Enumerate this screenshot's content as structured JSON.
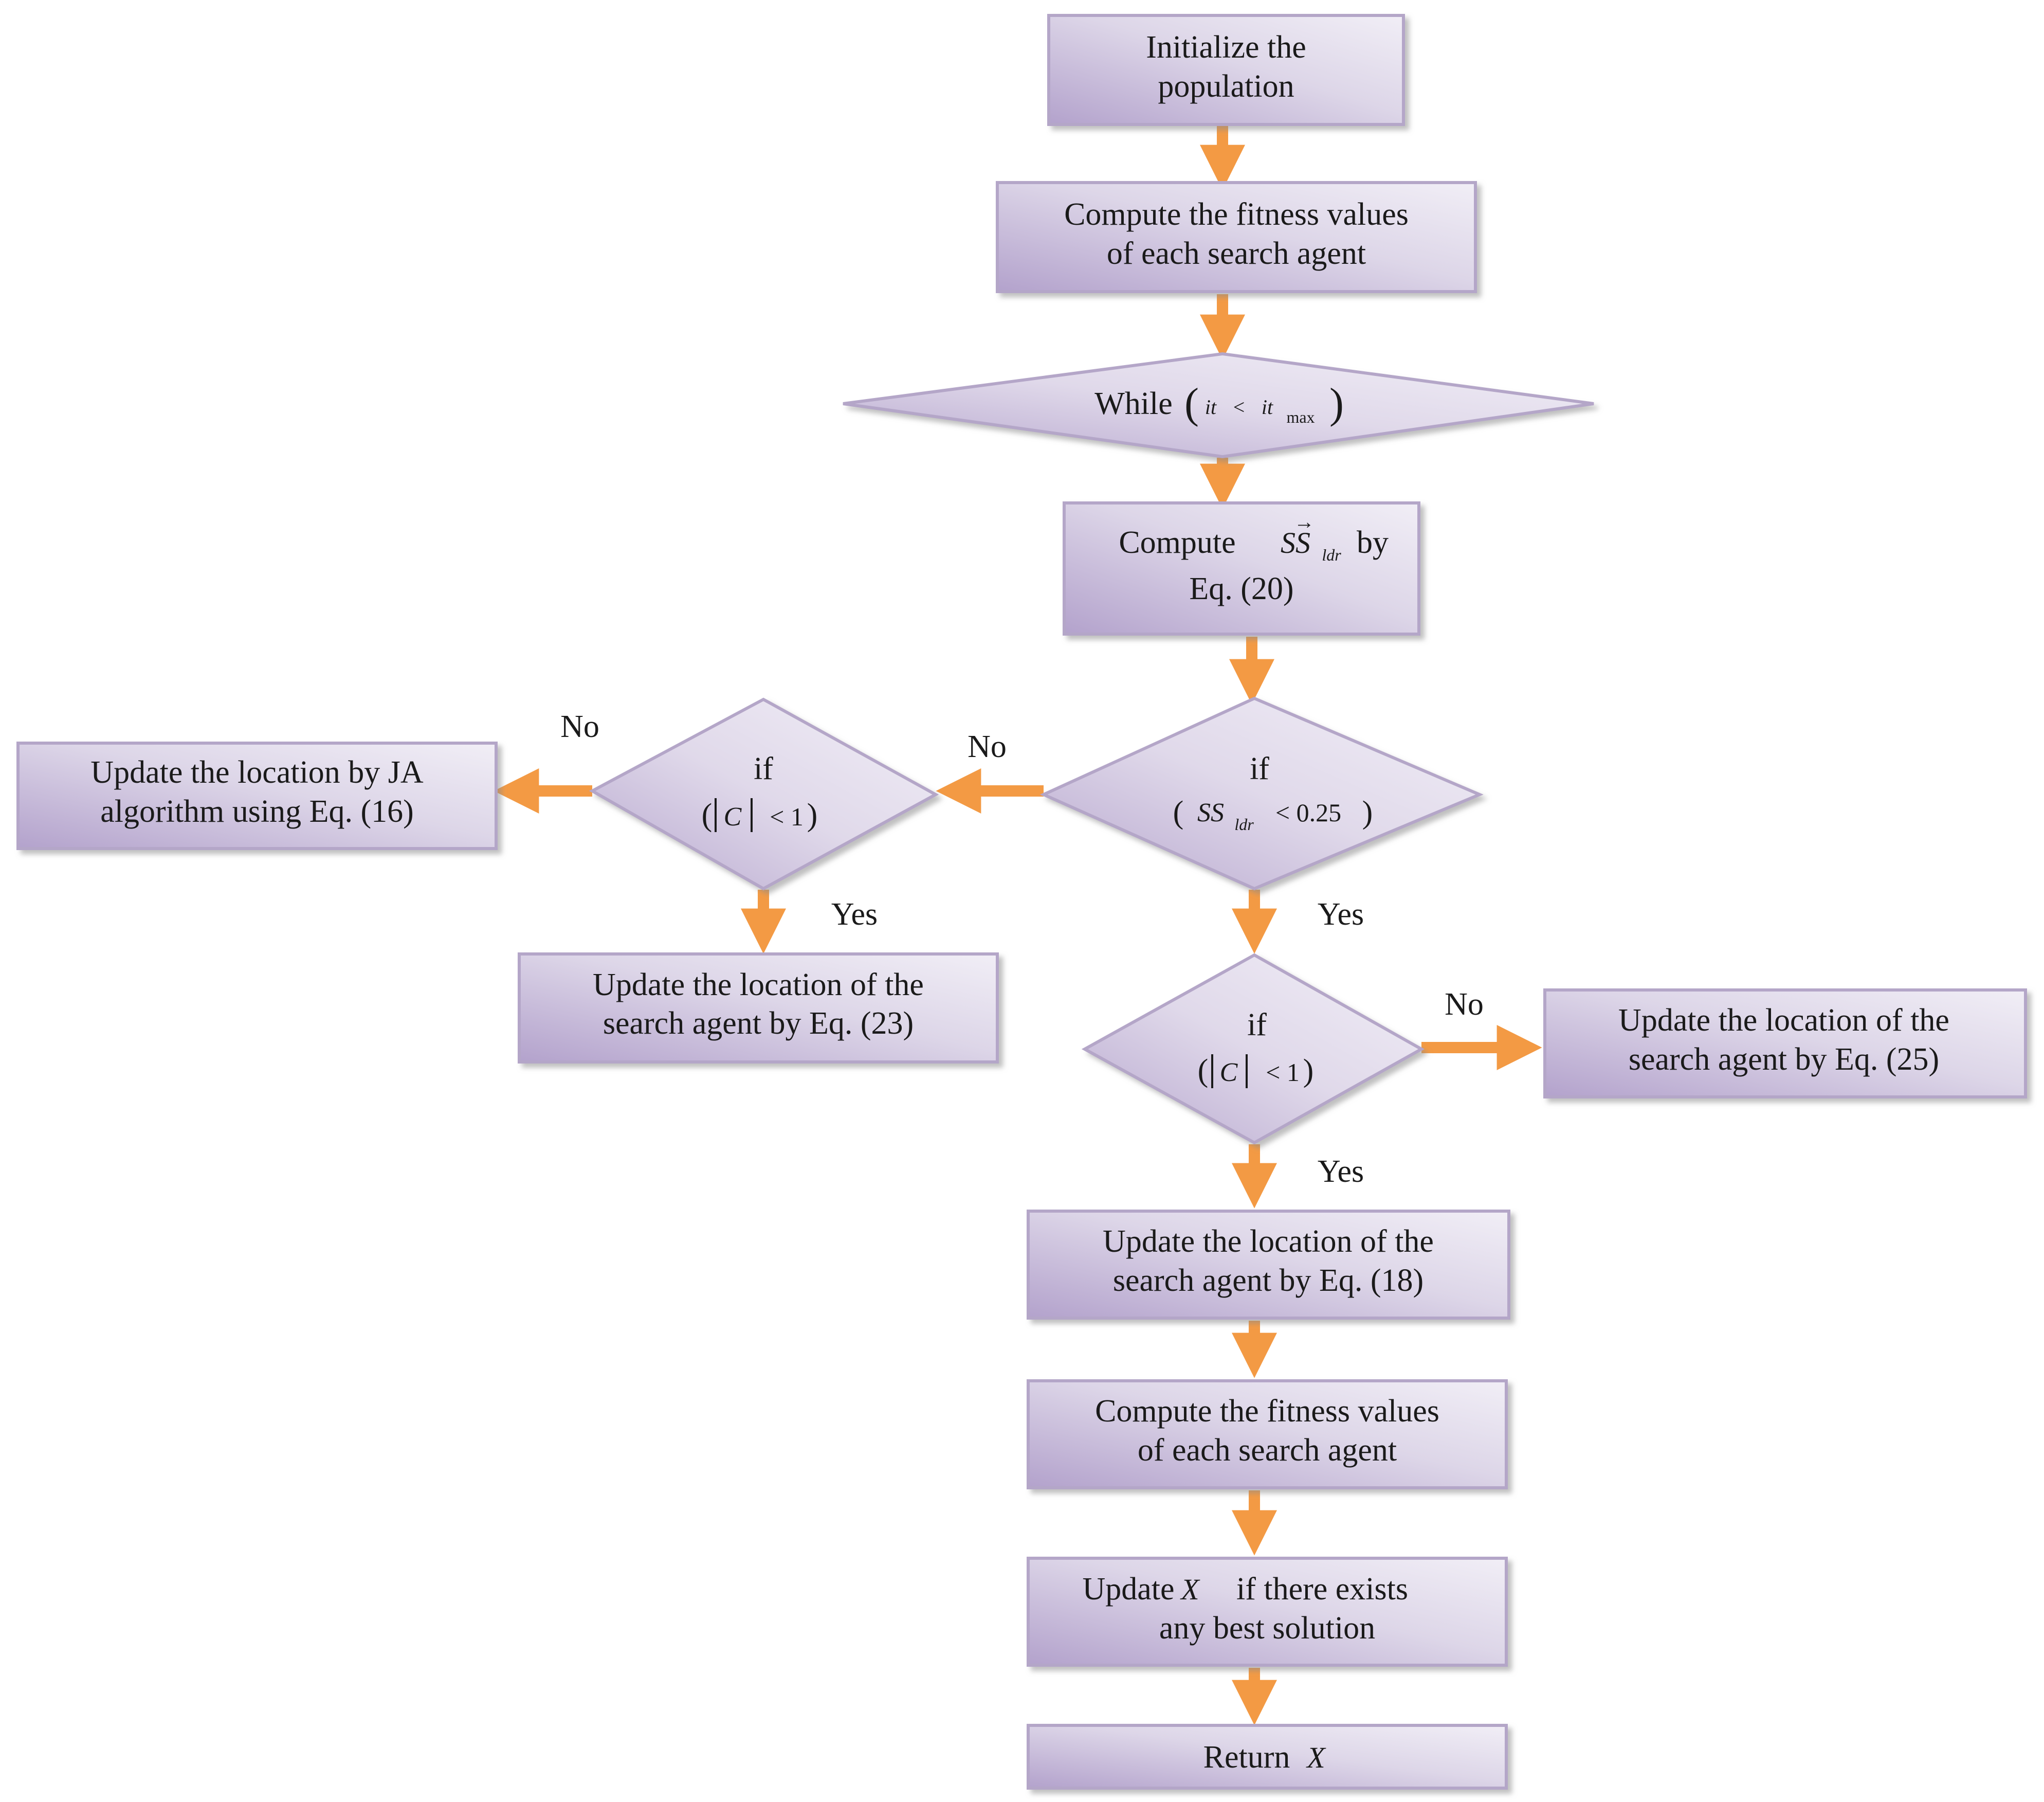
{
  "flow": {
    "init": {
      "line1": "Initialize the",
      "line2": "population"
    },
    "fitness1": {
      "line1": "Compute the fitness values",
      "line2": "of each search agent"
    },
    "while": {
      "prefix": "While",
      "var": "it",
      "op": "<",
      "var2": "it",
      "sub": "max"
    },
    "compute_ss": {
      "prefix": "Compute",
      "sym": "SS",
      "sub": "ldr",
      "suffix": "by",
      "line2": "Eq. (20)"
    },
    "if_ss": {
      "word": "if",
      "sym": "SS",
      "sub": "ldr",
      "rest": "< 0.25"
    },
    "if_c_left": {
      "word": "if",
      "sym": "C",
      "rest": "< 1"
    },
    "if_c_right": {
      "word": "if",
      "sym": "C",
      "rest": "< 1"
    },
    "ja_box": {
      "line1": "Update the location by JA",
      "line2": "algorithm using Eq. (16)"
    },
    "eq23_box": {
      "line1": "Update the location of the",
      "line2": "search agent by Eq. (23)"
    },
    "eq25_box": {
      "line1": "Update the location of the",
      "line2": "search agent by Eq. (25)"
    },
    "eq18_box": {
      "line1": "Update the location of the",
      "line2": "search agent by Eq. (18)"
    },
    "fitness2": {
      "line1": "Compute the fitness values",
      "line2": "of each search agent"
    },
    "update_x": {
      "prefix": "Update",
      "sym": "X",
      "suffix": "if there exists",
      "line2": "any best solution"
    },
    "return_x": {
      "prefix": "Return",
      "sym": "X"
    },
    "labels": {
      "no_left": "No",
      "no_mid": "No",
      "no_right": "No",
      "yes_left": "Yes",
      "yes_mid": "Yes",
      "yes_bottom": "Yes"
    }
  },
  "colors": {
    "box_fill_start": "#b8a8cf",
    "box_fill_end": "#ece8f2",
    "box_border": "#b4a6c8",
    "arrow": "#f39a44"
  }
}
